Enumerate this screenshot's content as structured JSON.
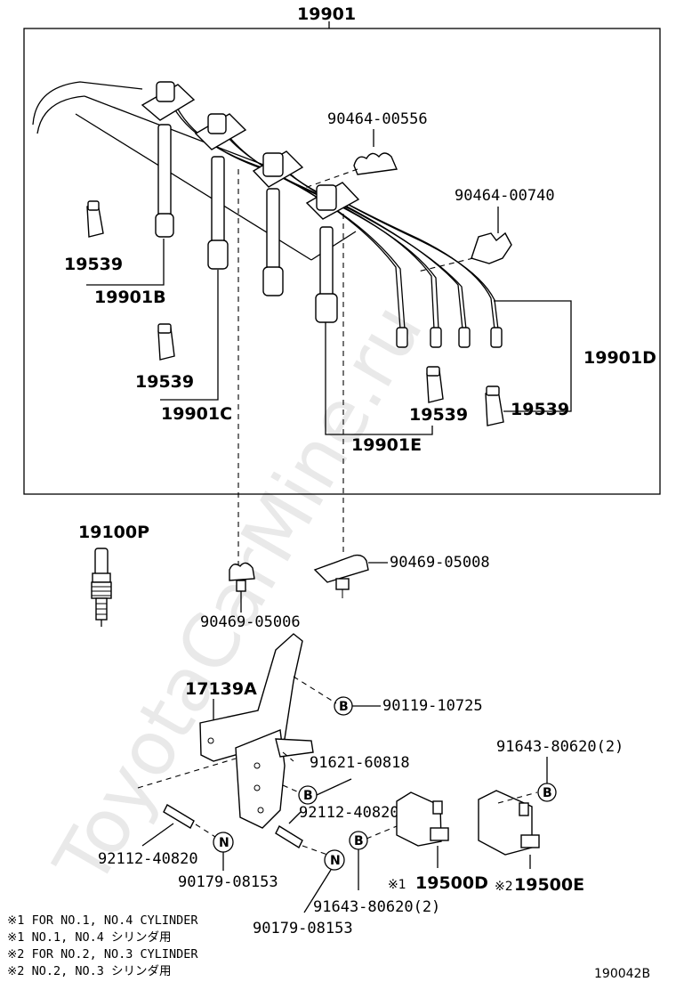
{
  "labels": {
    "assembly": "19901",
    "cord_b": "19901B",
    "cord_c": "19901C",
    "cord_d": "19901D",
    "cord_e": "19901E",
    "boot_1": "19539",
    "boot_2": "19539",
    "boot_3": "19539",
    "boot_4": "19539",
    "clamp_upper": "90464-00556",
    "clamp_right": "90464-00740",
    "spark_plug": "19100P",
    "clip_left": "90469-05006",
    "clip_right": "90469-05008",
    "bracket": "17139A",
    "bolt_top": "90119-10725",
    "bolt_mid": "91621-60818",
    "stud_right": "92112-40820",
    "stud_left": "92112-40820",
    "nut_left": "90179-08153",
    "nut_right": "90179-08153",
    "bolt_coil_d": "91643-80620(2)",
    "bolt_coil_e": "91643-80620(2)",
    "coil_d": "19500D",
    "coil_e": "19500E",
    "coil_d_mark": "※1",
    "coil_e_mark": "※2"
  },
  "circle_marks": {
    "b1": "B",
    "b2": "B",
    "b3": "B",
    "b4": "B",
    "n1": "N",
    "n2": "N"
  },
  "notes": [
    "※1 FOR NO.1, NO.4 CYLINDER",
    "※1 NO.1, NO.4 シリンダ用",
    "※2 FOR NO.2, NO.3 CYLINDER",
    "※2 NO.2, NO.3 シリンダ用"
  ],
  "diagram_code": "190042B",
  "watermark": "ToyotaCarMine.ru"
}
